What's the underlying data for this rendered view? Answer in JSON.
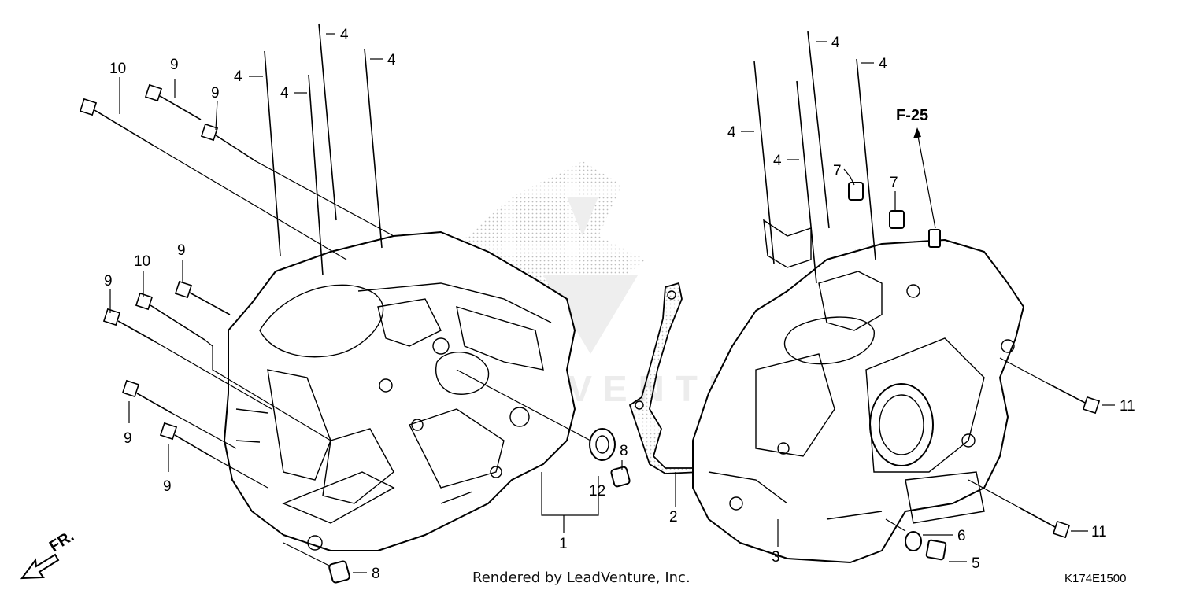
{
  "diagram": {
    "callouts": {
      "c1": "1",
      "c2": "2",
      "c3": "3",
      "c4": "4",
      "c5": "5",
      "c6": "6",
      "c7": "7",
      "c8": "8",
      "c9": "9",
      "c10": "10",
      "c11": "11",
      "c12": "12"
    },
    "reference": "F-25",
    "direction_label": "FR.",
    "footer_credit": "Rendered by LeadVenture, Inc.",
    "diagram_code": "K174E1500",
    "watermark": "LEADVENTURE"
  }
}
